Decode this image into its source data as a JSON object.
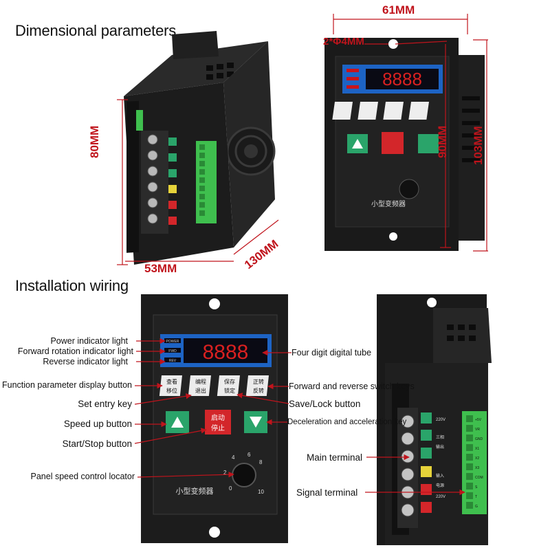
{
  "sections": {
    "dimensional": "Dimensional parameters",
    "wiring": "Installation wiring"
  },
  "dimensions": {
    "width_top": "61MM",
    "hole": "2*Φ4MM",
    "height_inner": "90MM",
    "height_outer": "103MM",
    "height_side": "80MM",
    "width_side": "53MM",
    "depth": "130MM"
  },
  "panel": {
    "model_text": "小型变频器",
    "display_digits": "8888",
    "led_labels": [
      "POWER",
      "FWD",
      "REV"
    ],
    "buttons": {
      "view_shift": [
        "查看",
        "移位"
      ],
      "program_exit": [
        "编程",
        "退出"
      ],
      "save_lock": [
        "保存",
        "锁定"
      ],
      "forward_reverse": [
        "正转",
        "反转"
      ],
      "start_stop": [
        "启动",
        "停止"
      ]
    },
    "knob_scale": [
      "0",
      "2",
      "4",
      "6",
      "8",
      "10"
    ]
  },
  "terminal": {
    "side_labels": [
      "220V",
      "三相",
      "输出",
      "输入",
      "电源",
      "220V"
    ],
    "signal_pins": [
      "+5V",
      "VR",
      "GND",
      "X1",
      "X2",
      "X3",
      "COM",
      "S",
      "T",
      "G"
    ]
  },
  "annotations": {
    "power_light": "Power indicator light",
    "forward_light": "Forward rotation indicator light",
    "reverse_light": "Reverse indicator light",
    "func_display": "Function parameter display button",
    "set_entry": "Set entry key",
    "speed_up": "Speed up button",
    "start_stop": "Start/Stop button",
    "panel_speed": "Panel speed control locator",
    "digital_tube": "Four digit digital tube",
    "fwd_rev_switch": "Forward and reverse switch keys",
    "save_lock": "Save/Lock button",
    "decel_accel": "Deceleration and acceleration key",
    "main_terminal": "Main terminal",
    "signal_terminal": "Signal terminal"
  },
  "colors": {
    "dimension_red": "#c0141c",
    "display_blue": "#1d63c4",
    "button_green": "#2aa46a",
    "button_red": "#d3262a",
    "terminal_green": "#3fbf4e",
    "body_black": "#1c1c1c"
  }
}
